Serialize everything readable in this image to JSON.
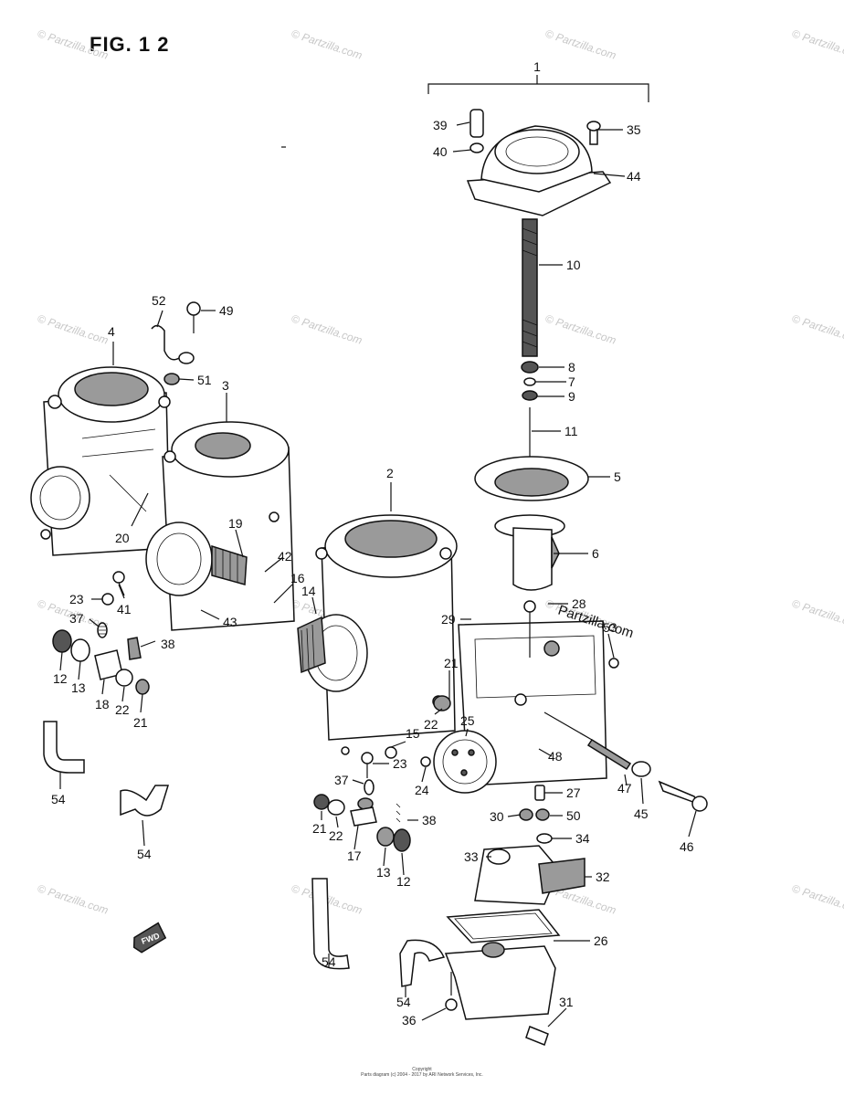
{
  "figure": {
    "title": "FIG. 1 2",
    "footer_line1": "Copyright",
    "footer_line2": "Parts diagram (c) 2004 - 2017 by ARI Network Services, Inc."
  },
  "watermark": {
    "text": "© Partzilla.com",
    "inline_text": "Partzilla.com"
  },
  "fwd_label": "FWD",
  "callouts": [
    {
      "id": "c1",
      "label": "1"
    },
    {
      "id": "c39",
      "label": "39"
    },
    {
      "id": "c35",
      "label": "35"
    },
    {
      "id": "c40",
      "label": "40"
    },
    {
      "id": "c44",
      "label": "44"
    },
    {
      "id": "c10",
      "label": "10"
    },
    {
      "id": "c52",
      "label": "52"
    },
    {
      "id": "c49",
      "label": "49"
    },
    {
      "id": "c4",
      "label": "4"
    },
    {
      "id": "c51",
      "label": "51"
    },
    {
      "id": "c3",
      "label": "3"
    },
    {
      "id": "c8",
      "label": "8"
    },
    {
      "id": "c7",
      "label": "7"
    },
    {
      "id": "c9",
      "label": "9"
    },
    {
      "id": "c11",
      "label": "11"
    },
    {
      "id": "c2",
      "label": "2"
    },
    {
      "id": "c5",
      "label": "5"
    },
    {
      "id": "c19",
      "label": "19"
    },
    {
      "id": "c20",
      "label": "20"
    },
    {
      "id": "c6",
      "label": "6"
    },
    {
      "id": "c42",
      "label": "42"
    },
    {
      "id": "c16",
      "label": "16"
    },
    {
      "id": "c14",
      "label": "14"
    },
    {
      "id": "c23a",
      "label": "23"
    },
    {
      "id": "c41",
      "label": "41"
    },
    {
      "id": "c28",
      "label": "28"
    },
    {
      "id": "c37a",
      "label": "37"
    },
    {
      "id": "c43",
      "label": "43"
    },
    {
      "id": "c29",
      "label": "29"
    },
    {
      "id": "c53",
      "label": "53"
    },
    {
      "id": "c38a",
      "label": "38"
    },
    {
      "id": "c12a",
      "label": "12"
    },
    {
      "id": "c13a",
      "label": "13"
    },
    {
      "id": "c21a",
      "label": "21"
    },
    {
      "id": "c18",
      "label": "18"
    },
    {
      "id": "c22a",
      "label": "22"
    },
    {
      "id": "c21b",
      "label": "21"
    },
    {
      "id": "c22b",
      "label": "22"
    },
    {
      "id": "c25",
      "label": "25"
    },
    {
      "id": "c15",
      "label": "15"
    },
    {
      "id": "c48",
      "label": "48"
    },
    {
      "id": "c23b",
      "label": "23"
    },
    {
      "id": "c24",
      "label": "24"
    },
    {
      "id": "c27",
      "label": "27"
    },
    {
      "id": "c47",
      "label": "47"
    },
    {
      "id": "c54a",
      "label": "54"
    },
    {
      "id": "c37b",
      "label": "37"
    },
    {
      "id": "c45",
      "label": "45"
    },
    {
      "id": "c30",
      "label": "30"
    },
    {
      "id": "c50",
      "label": "50"
    },
    {
      "id": "c21c",
      "label": "21"
    },
    {
      "id": "c22c",
      "label": "22"
    },
    {
      "id": "c38b",
      "label": "38"
    },
    {
      "id": "c46",
      "label": "46"
    },
    {
      "id": "c54b",
      "label": "54"
    },
    {
      "id": "c17",
      "label": "17"
    },
    {
      "id": "c34",
      "label": "34"
    },
    {
      "id": "c13b",
      "label": "13"
    },
    {
      "id": "c12b",
      "label": "12"
    },
    {
      "id": "c33",
      "label": "33"
    },
    {
      "id": "c32",
      "label": "32"
    },
    {
      "id": "c26",
      "label": "26"
    },
    {
      "id": "c54c",
      "label": "54"
    },
    {
      "id": "c54d",
      "label": "54"
    },
    {
      "id": "c31",
      "label": "31"
    },
    {
      "id": "c36",
      "label": "36"
    }
  ]
}
